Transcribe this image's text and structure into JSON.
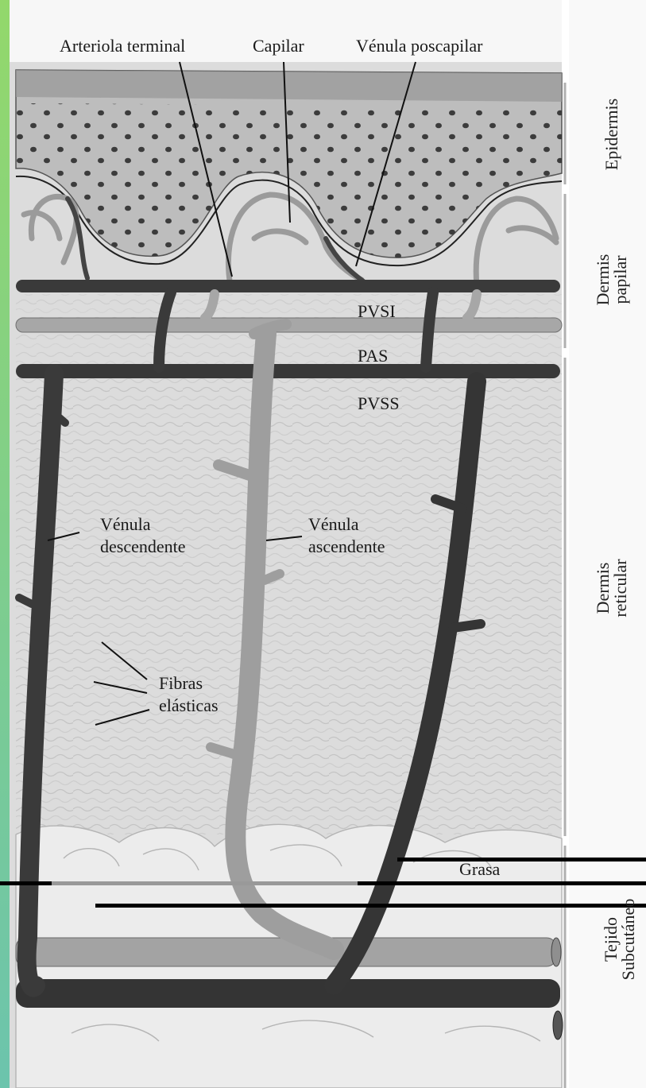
{
  "diagram": {
    "top_labels": {
      "arteriola": "Arteriola terminal",
      "capilar": "Capilar",
      "venula_poscapilar": "Vénula poscapilar"
    },
    "plexus_labels": {
      "pvsi": "PVSI",
      "pas": "PAS",
      "pvss": "PVSS"
    },
    "vessel_labels": {
      "descendente_1": "Vénula",
      "descendente_2": "descendente",
      "ascendente_1": "Vénula",
      "ascendente_2": "ascendente"
    },
    "fiber_labels": {
      "line1": "Fibras",
      "line2": "elásticas"
    },
    "fat_label": "Grasa",
    "layers": {
      "epidermis": "Epidermis",
      "dermis_papilar_1": "Dermis",
      "dermis_papilar_2": "papilar",
      "dermis_reticular_1": "Dermis",
      "dermis_reticular_2": "reticular",
      "subcutaneo_1": "Tejido",
      "subcutaneo_2": "Subcutáneo"
    },
    "colors": {
      "left_bar_top": "#8fd66f",
      "left_bar_bottom": "#6fc6a8",
      "vessel_dark": "#3a3a3a",
      "vessel_light": "#a8a8a8",
      "background": "#dcdcdc"
    }
  }
}
